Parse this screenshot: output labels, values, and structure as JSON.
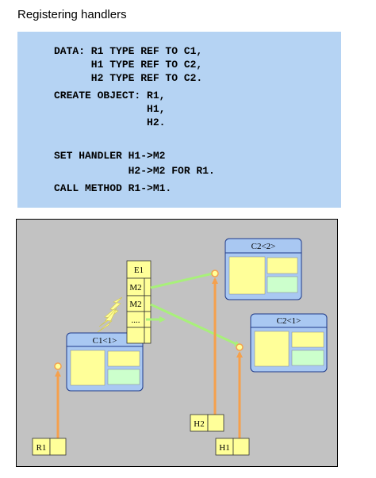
{
  "page_title": "Registering handlers",
  "code_lines": [
    "DATA: R1 TYPE REF TO C1,",
    "      H1 TYPE REF TO C2,",
    "      H2 TYPE REF TO C2.",
    "CREATE OBJECT: R1,",
    "               H1,",
    "               H2.",
    "SET HANDLER H1->M2",
    "            H2->M2 FOR R1.",
    "CALL METHOD R1->M1."
  ],
  "diagram": {
    "event_table": {
      "header": "E1",
      "rows": [
        "M2",
        "M2",
        "...."
      ]
    },
    "objects": {
      "c1": {
        "title": "C1<1>"
      },
      "c2_2": {
        "title": "C2<2>"
      },
      "c2_1": {
        "title": "C2<1>"
      }
    },
    "references": {
      "r1": "R1",
      "h2": "H2",
      "h1": "H1"
    },
    "colors": {
      "code_background": "#b5d3f3",
      "diagram_background": "#c2c2c2",
      "object_fill": "#a9c8f2",
      "object_border": "#1e3a8a",
      "yellow_fill": "#ffff99",
      "light_green_fill": "#ccffcc",
      "orange_arrow": "#f5a04c",
      "green_arrow": "#a8f07a",
      "lightning": "#ffff99"
    }
  }
}
